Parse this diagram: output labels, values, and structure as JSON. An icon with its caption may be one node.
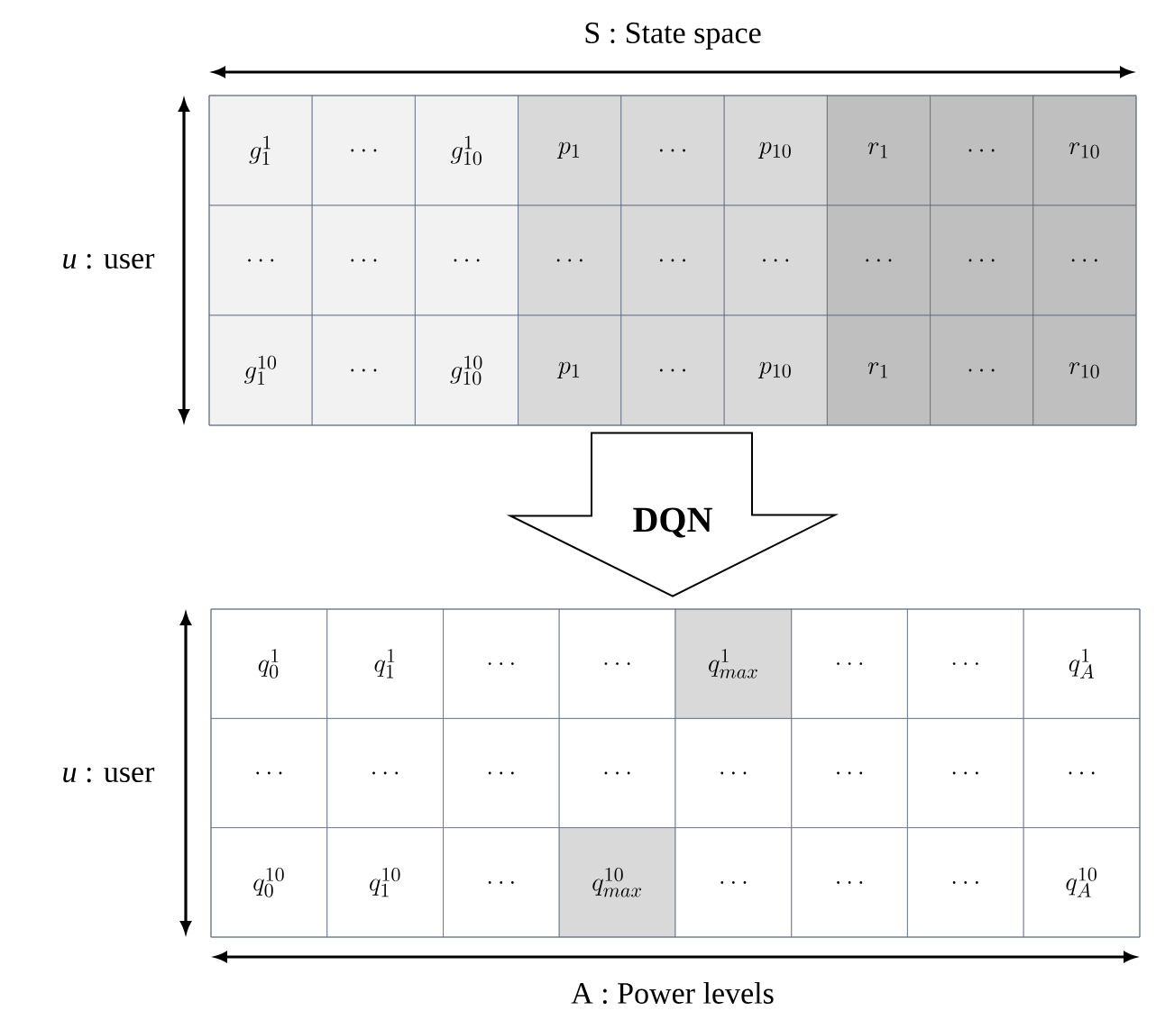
{
  "diagram": {
    "nodes": [
      {
        "text": [],
        "shape": "box"
      },
      {
        "text": [],
        "shape": "box"
      }
    ],
    "edges": [
      {
        "from": 0,
        "to": 1,
        "arrow": "to",
        "label": "DQN"
      }
    ],
    "labels": [
      "S : State space",
      "*u* : user",
      "g_{1}^{1}",
      "\\ldots",
      "g_{10}^{1}",
      "p_{1}",
      "\\ldots",
      "p_{10}",
      "r_{1}",
      "\\ldots",
      "r_{10}",
      "\\ldots",
      "\\ldots",
      "\\ldots",
      "\\ldots",
      "\\ldots",
      "\\ldots",
      "\\ldots",
      "\\ldots",
      "\\ldots",
      "g_{1}^{10}",
      "\\ldots",
      "g_{10}^{10}",
      "p_{1}",
      "\\ldots",
      "p_{10}",
      "r_{1}",
      "\\ldots",
      "r_{10}",
      "*u* : user",
      "q_{0}^{1}",
      "q_{1}^{1}",
      "\\ldots",
      "\\ldots",
      "q_{max}^{1}",
      "\\ldots",
      "\\ldots",
      "q_{A}^{1}",
      "\\ldots",
      "\\ldots",
      "\\ldots",
      "\\ldots",
      "\\ldots",
      "\\ldots",
      "\\ldots",
      "\\ldots",
      "q_{0}^{10}",
      "q_{1}^{10}",
      "\\ldots",
      "q_{max}^{10}",
      "\\ldots",
      "\\ldots",
      "\\ldots",
      "q_{A}^{10}",
      "A : Power levels"
    ]
  }
}
